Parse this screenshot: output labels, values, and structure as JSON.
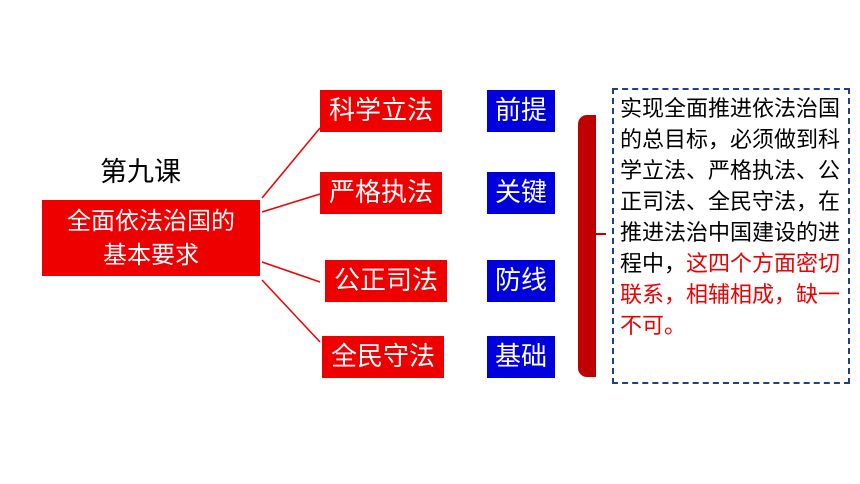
{
  "lesson_title": "第九课",
  "main_topic": {
    "line1": "全面依法治国的",
    "line2": "基本要求"
  },
  "requirements": [
    {
      "label": "科学立法",
      "role": "前提"
    },
    {
      "label": "严格执法",
      "role": "关键"
    },
    {
      "label": "公正司法",
      "role": "防线"
    },
    {
      "label": "全民守法",
      "role": "基础"
    }
  ],
  "summary": {
    "text_black": "实现全面推进依法治国的总目标，必须做到科学立法、严格执法、公正司法、全民守法，在推进法治中国建设的进程中，",
    "text_red": "这四个方面密切联系，相辅相成，缺一不可。"
  },
  "colors": {
    "red": "#ee0000",
    "blue": "#0000dd",
    "brace": "#c00000",
    "dashed_border": "#1f3f8f"
  }
}
